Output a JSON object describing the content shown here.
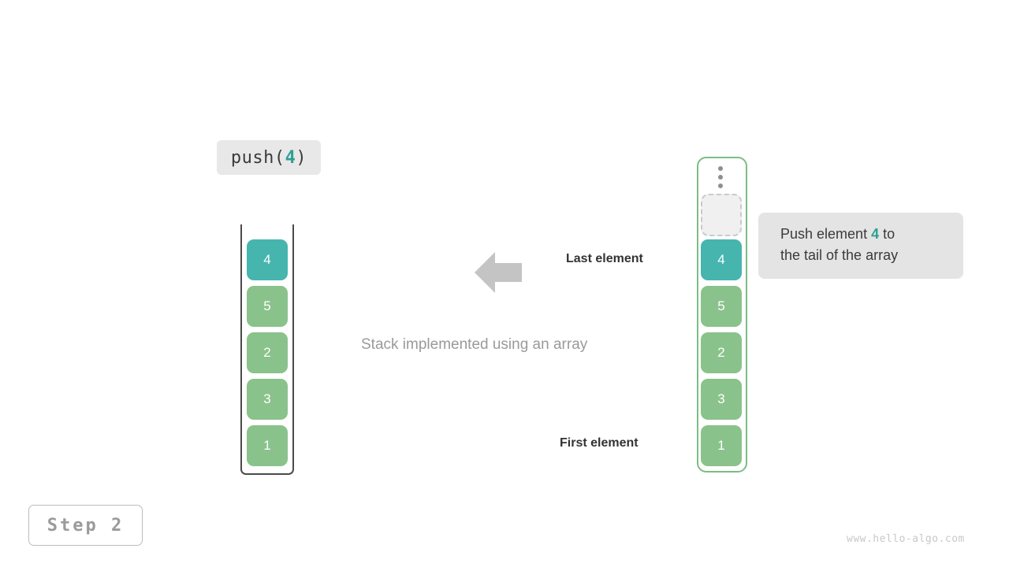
{
  "operation": {
    "prefix": "push(",
    "argument": "4",
    "suffix": ")"
  },
  "caption": "Stack implemented using an array",
  "annotations": {
    "last_element": "Last element",
    "first_element": "First element",
    "arrow_icon": "arrow-left-icon"
  },
  "stack": {
    "name": "stack-implemented-using-array",
    "cells": [
      {
        "value": "4",
        "state": "highlight"
      },
      {
        "value": "5",
        "state": "normal"
      },
      {
        "value": "2",
        "state": "normal"
      },
      {
        "value": "3",
        "state": "normal"
      },
      {
        "value": "1",
        "state": "normal"
      }
    ]
  },
  "array": {
    "name": "backing-array",
    "ellipsis_icon": "vertical-ellipsis-icon",
    "empty_slot_label": "",
    "cells": [
      {
        "value": "4",
        "state": "highlight"
      },
      {
        "value": "5",
        "state": "normal"
      },
      {
        "value": "2",
        "state": "normal"
      },
      {
        "value": "3",
        "state": "normal"
      },
      {
        "value": "1",
        "state": "normal"
      }
    ]
  },
  "tooltip": {
    "line1_before": "Push element ",
    "line1_accent": "4",
    "line1_after": " to",
    "line2": "the tail of the array"
  },
  "footer": {
    "step_label": "Step 2",
    "watermark": "www.hello-algo.com"
  },
  "colors": {
    "highlight": "#46b5ae",
    "element": "#8ac28c",
    "array_border": "#7cbd84",
    "stack_border": "#4a4a4a",
    "label_bg": "#e8e8e8",
    "tooltip_bg": "#e4e4e4",
    "arrow": "#c4c4c4",
    "caption_text": "#9a9a9a"
  }
}
